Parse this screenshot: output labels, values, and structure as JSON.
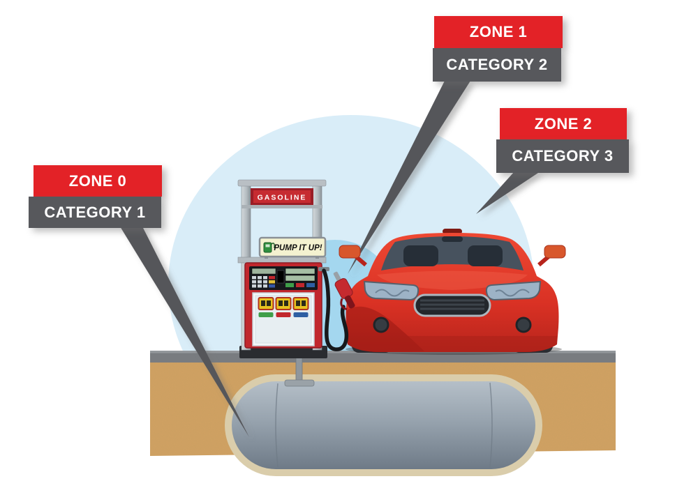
{
  "callouts": [
    {
      "zone": "ZONE 0",
      "category": "CATEGORY 1",
      "points_to": "underground-fuel-tank"
    },
    {
      "zone": "ZONE 1",
      "category": "CATEGORY 2",
      "points_to": "fuel-nozzle"
    },
    {
      "zone": "ZONE 2",
      "category": "CATEGORY 3",
      "points_to": "outer-zone-circle"
    }
  ],
  "pump": {
    "brand_sign": "GASOLINE",
    "ad_sign": "PUMP IT UP!",
    "ad_icon": "gas-pump-icon"
  },
  "colors": {
    "zone_label_red": "#e32227",
    "category_label_gray": "#57585c",
    "label_text": "#ffffff",
    "outer_zone_circle": "#d9edf8",
    "inner_zone_circle": "#a4d7ef",
    "ground_sand": "#d2a262",
    "pavement_gray": "#797c80",
    "tank_casing_beige": "#dacdab",
    "tank_body_gray": "#97a3ae",
    "pump_red": "#c1272d",
    "car_red": "#e23a26",
    "hose_black": "#17191c",
    "callout_tail_gray": "#55565a"
  }
}
